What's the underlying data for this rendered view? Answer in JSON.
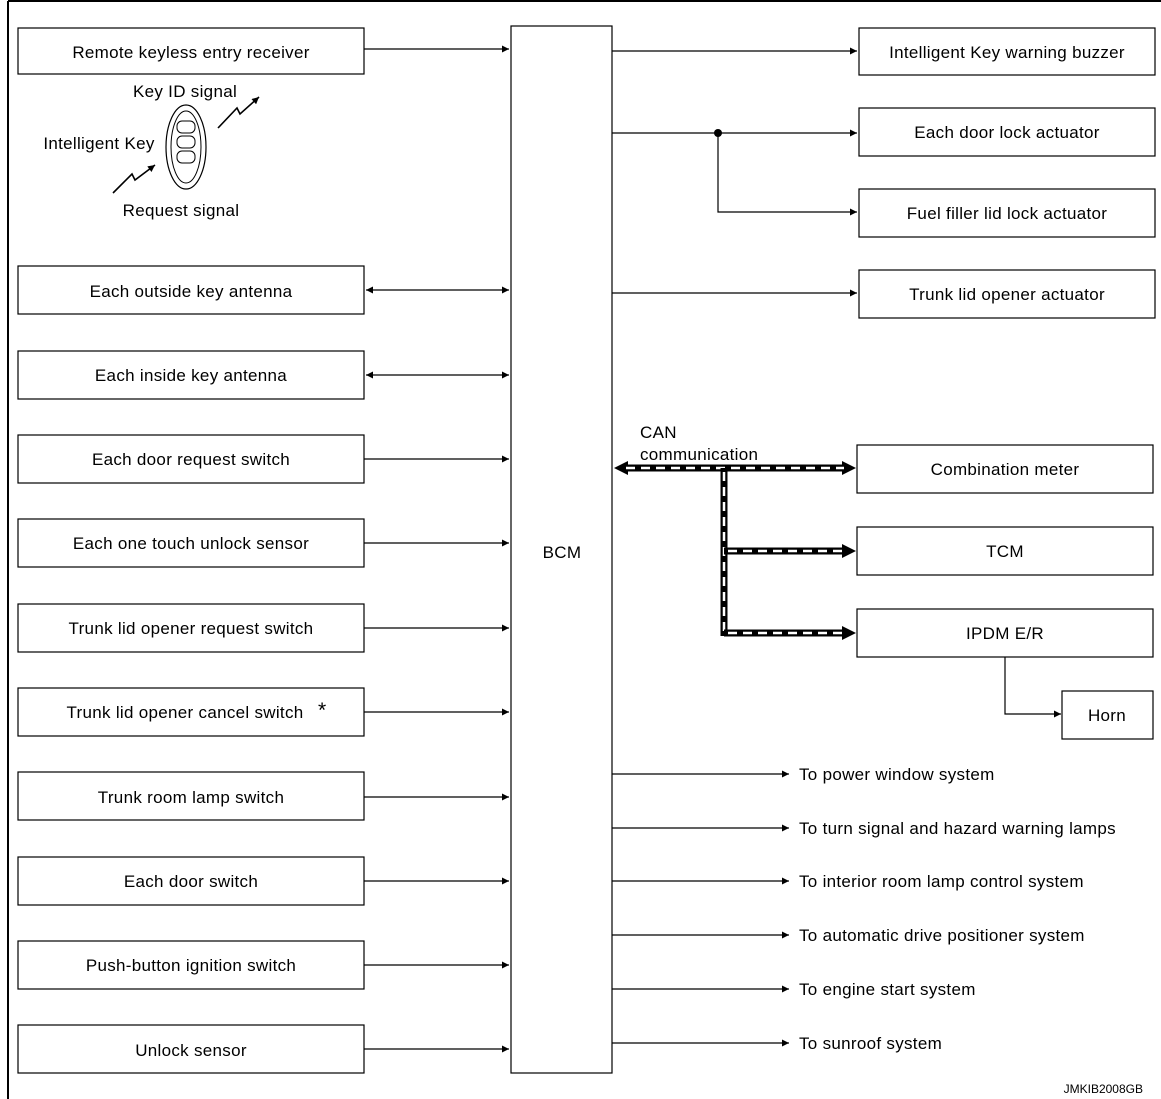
{
  "diagram": {
    "center_label": "BCM",
    "inputs": {
      "remote_keyless_entry_receiver": "Remote keyless entry receiver",
      "each_outside_key_antenna": "Each outside key antenna",
      "each_inside_key_antenna": "Each inside key antenna",
      "each_door_request_switch": "Each door request switch",
      "each_one_touch_unlock_sensor": "Each one touch unlock sensor",
      "trunk_lid_opener_request_switch": "Trunk lid opener request switch",
      "trunk_lid_opener_cancel_switch": "Trunk lid opener cancel switch",
      "trunk_room_lamp_switch": "Trunk room lamp switch",
      "each_door_switch": "Each door switch",
      "push_button_ignition_switch": "Push-button ignition switch",
      "unlock_sensor": "Unlock sensor"
    },
    "asterisk": "*",
    "intelligent_key": {
      "label": "Intelligent Key",
      "key_id_signal": "Key ID signal",
      "request_signal": "Request signal"
    },
    "outputs": {
      "intelligent_key_warning_buzzer": "Intelligent Key warning buzzer",
      "each_door_lock_actuator": "Each door lock actuator",
      "fuel_filler_lid_lock_actuator": "Fuel filler lid lock actuator",
      "trunk_lid_opener_actuator": "Trunk lid opener actuator",
      "combination_meter": "Combination meter",
      "tcm": "TCM",
      "ipdm_er": "IPDM E/R",
      "horn": "Horn"
    },
    "can": {
      "line1": "CAN",
      "line2": "communication"
    },
    "systems": {
      "power_window": "To power window system",
      "turn_signal": "To turn signal and hazard warning lamps",
      "interior_room_lamp": "To interior room lamp control system",
      "automatic_drive_positioner": "To automatic drive positioner system",
      "engine_start": "To engine start system",
      "sunroof": "To sunroof system"
    },
    "figure_code": "JMKIB2008GB"
  }
}
